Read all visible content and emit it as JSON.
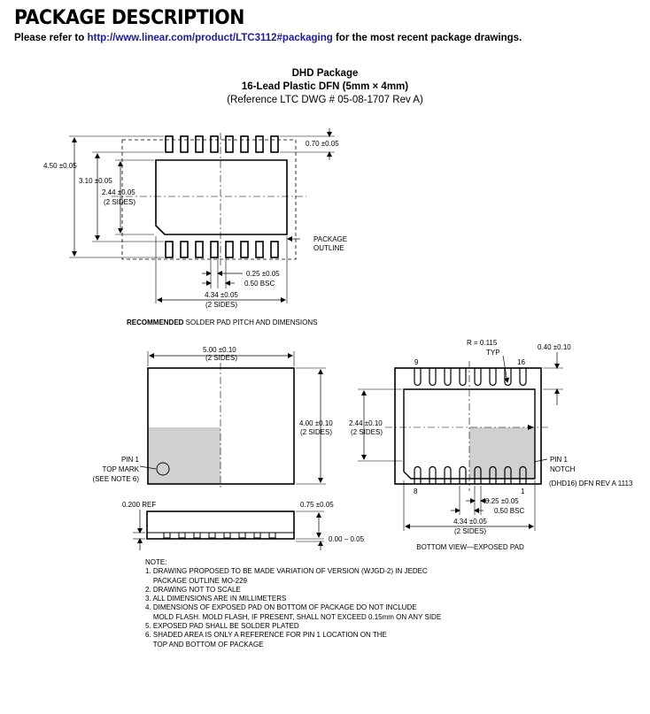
{
  "header": {
    "title": "PACKAGE DESCRIPTION",
    "refer_prefix": "Please refer to ",
    "refer_link": "http://www.linear.com/product/LTC3112#packaging",
    "refer_suffix": " for the most recent package drawings."
  },
  "package": {
    "name": "DHD Package",
    "subtitle": "16-Lead Plastic DFN (5mm × 4mm)",
    "reference": "(Reference LTC DWG # 05-08-1707 Rev A)"
  },
  "recommended": {
    "dim_070": "0.70 ±0.05",
    "dim_450": "4.50 ±0.05",
    "dim_310": "3.10 ±0.05",
    "dim_244": "2.44 ±0.05",
    "dim_244_note": "(2 SIDES)",
    "package_outline_1": "PACKAGE",
    "package_outline_2": "OUTLINE",
    "dim_025": "0.25 ±0.05",
    "dim_050": "0.50 BSC",
    "dim_434": "4.34 ±0.05",
    "dim_434_note": "(2 SIDES)",
    "caption_bold": "RECOMMENDED",
    "caption_rest": " SOLDER PAD PITCH AND DIMENSIONS"
  },
  "top_view": {
    "dim_500": "5.00 ±0.10",
    "dim_500_note": "(2 SIDES)",
    "dim_400": "4.00 ±0.10",
    "dim_400_note": "(2 SIDES)",
    "pin1_1": "PIN 1",
    "pin1_2": "TOP MARK",
    "pin1_3": "(SEE NOTE 6)"
  },
  "side_view": {
    "dim_0200": "0.200 REF",
    "dim_075": "0.75 ±0.05",
    "dim_000": "0.00 – 0.05"
  },
  "bottom_view": {
    "r_label": "R = 0.115",
    "r_typ": "TYP",
    "dim_040": "0.40 ±0.10",
    "pin9": "9",
    "pin16": "16",
    "pin8": "8",
    "pin1": "1",
    "dim_244": "2.44 ±0.10",
    "dim_244_note": "(2 SIDES)",
    "pin1_notch_1": "PIN 1",
    "pin1_notch_2": "NOTCH",
    "drawing_id": "(DHD16) DFN REV A 1113",
    "dim_025": "0.25 ±0.05",
    "dim_050": "0.50 BSC",
    "dim_434": "4.34 ±0.05",
    "dim_434_note": "(2 SIDES)",
    "caption": "BOTTOM VIEW—EXPOSED PAD"
  },
  "notes": {
    "title": "NOTE:",
    "n1a": "1. DRAWING PROPOSED TO BE MADE VARIATION OF VERSION (WJGD-2) IN JEDEC",
    "n1b": "    PACKAGE OUTLINE MO-229",
    "n2": "2. DRAWING NOT TO SCALE",
    "n3": "3. ALL DIMENSIONS ARE IN MILLIMETERS",
    "n4a": "4. DIMENSIONS OF EXPOSED PAD ON BOTTOM OF PACKAGE DO NOT INCLUDE",
    "n4b": "    MOLD FLASH. MOLD FLASH, IF PRESENT, SHALL NOT EXCEED 0.15mm ON ANY SIDE",
    "n5": "5. EXPOSED PAD SHALL BE SOLDER PLATED",
    "n6a": "6. SHADED AREA IS ONLY A REFERENCE FOR PIN 1 LOCATION ON THE",
    "n6b": "    TOP AND BOTTOM OF PACKAGE"
  },
  "colors": {
    "link": "#1a1ab0",
    "shade": "#d0d0d0"
  }
}
